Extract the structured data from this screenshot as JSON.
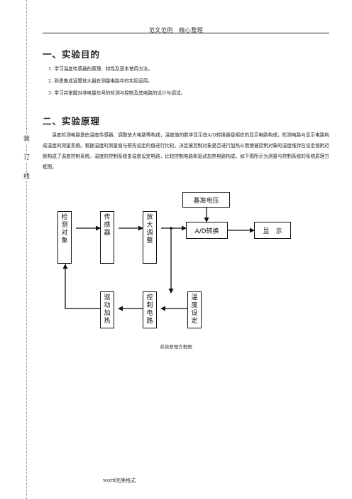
{
  "header": {
    "text": "范文范例　精心整理"
  },
  "binding": {
    "chars": [
      "装",
      "订",
      "线"
    ]
  },
  "section1": {
    "title": "一、实验目的",
    "items": [
      "1. 学习温度传感器的原理、特性及基本使用方法。",
      "2. 熟悉集成运算放大器在测量电路中的实际运用。",
      "3. 学习并掌握对非电量信号的检测与控制及其电路的设计与调试。"
    ]
  },
  "section2": {
    "title": "二、实验原理",
    "paragraph": "温度检测电路是由温度传感器、调整放大电路等构成，温度值的数字显示由A/D转换器级相应的显示电路构成，检测电路与显示电路构成温度的测量系统。根据温度的测量值与预先设定的值进行比较，决定被控制对象是否进行加热从而使被控制对象的温度维持在设定值附近就构成了温度控制系统。温度的控制系统由温度设定电路，比较控制电路和驱动加热电路构成。如下图所示为测量与控制系统的系统原理方框图。"
  },
  "diagram": {
    "blocks": {
      "detect_object": "检测对象",
      "sensor": "传感器",
      "amplify": "放大调整",
      "reference_voltage": "基准电压",
      "ad_convert": "A/D转换",
      "display": "显　示",
      "drive_heat": "驱动加热",
      "control_circuit": "控制电路",
      "temp_setting": "温度设定"
    },
    "caption": "系统原理方框图"
  },
  "footer": {
    "text": "word完美格式"
  }
}
